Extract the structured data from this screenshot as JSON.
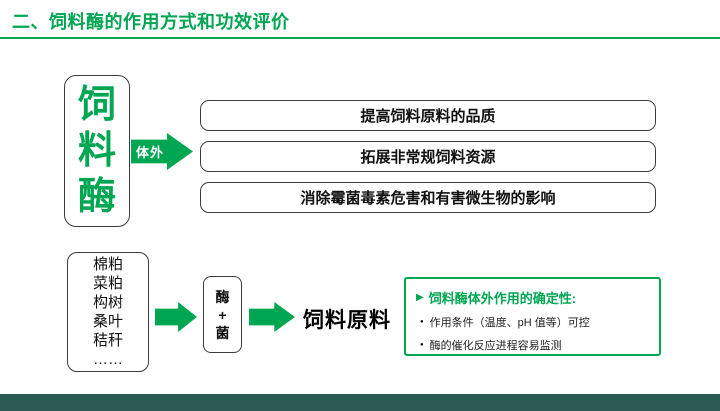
{
  "slide": {
    "title": "二、饲料酶的作用方式和功效评价",
    "accent_color": "#00A651",
    "footer_color": "#2B5B52"
  },
  "icons": {
    "triangle_bullet": "▶",
    "dot_bullet": "●"
  },
  "diagram_top": {
    "source_chars": [
      "饲",
      "料",
      "酶"
    ],
    "arrow_label": "体外",
    "outcomes": [
      "提高饲料原料的品质",
      "拓展非常规饲料资源",
      "消除霉菌毒素危害和有害微生物的影响"
    ]
  },
  "diagram_bottom": {
    "materials": [
      "棉粕",
      "菜粕",
      "构树",
      "桑叶",
      "秸秆",
      "……"
    ],
    "process_chars": [
      "酶",
      "+",
      "菌"
    ],
    "result_label": "饲料原料",
    "certainty": {
      "heading": "饲料酶体外作用的确定性:",
      "bullets": [
        "作用条件（温度、pH 值等）可控",
        "酶的催化反应进程容易监测"
      ]
    }
  }
}
